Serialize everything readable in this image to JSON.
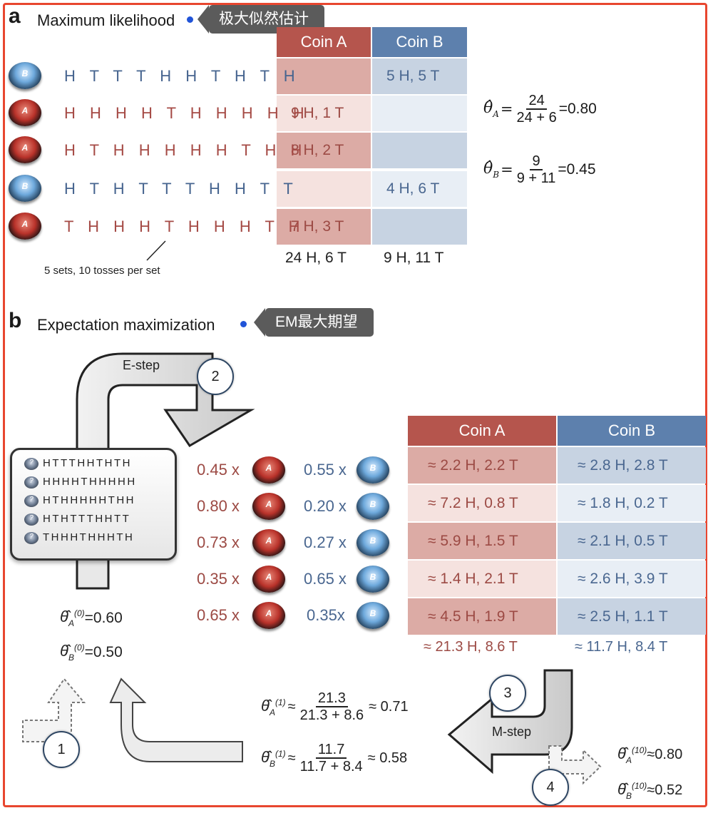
{
  "section_a": {
    "letter": "a",
    "title": "Maximum likelihood",
    "tag": "极大似然估计",
    "header_coin_a": "Coin A",
    "header_coin_b": "Coin B",
    "rows": [
      {
        "coin": "B",
        "sequence": "H T T T H H T H T H",
        "coin_a": "",
        "coin_b": "5 H, 5 T"
      },
      {
        "coin": "A",
        "sequence": "H H H H T H H H H H",
        "coin_a": "9 H, 1 T",
        "coin_b": ""
      },
      {
        "coin": "A",
        "sequence": "H T H H H H H T H H",
        "coin_a": "8 H, 2 T",
        "coin_b": ""
      },
      {
        "coin": "B",
        "sequence": "H T H T T T H H T T",
        "coin_a": "",
        "coin_b": "4 H, 6 T"
      },
      {
        "coin": "A",
        "sequence": "T H H H T H H H T H",
        "coin_a": "7 H, 3 T",
        "coin_b": ""
      }
    ],
    "total_a": "24 H, 6 T",
    "total_b": "9 H, 11 T",
    "note": "5 sets, 10 tosses per set",
    "theta_a": {
      "num": "24",
      "den": "24 + 6",
      "result": "=0.80"
    },
    "theta_b": {
      "num": "9",
      "den": "9 + 11",
      "result": "=0.45"
    }
  },
  "section_b": {
    "letter": "b",
    "title": "Expectation maximization",
    "tag": "EM最大期望",
    "estep_label": "E-step",
    "mstep_label": "M-step",
    "step_numbers": [
      "1",
      "2",
      "3",
      "4"
    ],
    "mini_sequences": [
      "HTTTHHTHTH",
      "HHHHTHHHHH",
      "HTHHHHHTHH",
      "HTHTTTHHTT",
      "THHHTHHHTH"
    ],
    "weights": [
      {
        "a": "0.45 x",
        "b": "0.55 x"
      },
      {
        "a": "0.80 x",
        "b": "0.20 x"
      },
      {
        "a": "0.73 x",
        "b": "0.27 x"
      },
      {
        "a": "0.35 x",
        "b": "0.65 x"
      },
      {
        "a": "0.65 x",
        "b": "0.35x"
      }
    ],
    "header_coin_a": "Coin A",
    "header_coin_b": "Coin B",
    "table": [
      {
        "a": "≈ 2.2 H, 2.2 T",
        "b": "≈ 2.8 H, 2.8 T"
      },
      {
        "a": "≈ 7.2 H, 0.8 T",
        "b": "≈ 1.8 H, 0.2 T"
      },
      {
        "a": "≈ 5.9 H, 1.5 T",
        "b": "≈ 2.1 H, 0.5 T"
      },
      {
        "a": "≈ 1.4 H, 2.1 T",
        "b": "≈ 2.6 H, 3.9 T"
      },
      {
        "a": "≈ 4.5 H, 1.9 T",
        "b": "≈ 2.5 H, 1.1 T"
      }
    ],
    "total_a": "≈ 21.3 H, 8.6 T",
    "total_b": "≈ 11.7 H, 8.4 T",
    "init_a": "=0.60",
    "init_b": "=0.50",
    "init_sup": "(0)",
    "iter1_sup": "(1)",
    "iter1_a": {
      "num": "21.3",
      "den": "21.3 + 8.6",
      "result": "≈ 0.71"
    },
    "iter1_b": {
      "num": "11.7",
      "den": "11.7 + 8.4",
      "result": "≈ 0.58"
    },
    "final_sup": "(10)",
    "final_a": "≈0.80",
    "final_b": "≈0.52"
  },
  "colors": {
    "frame": "#e8462f",
    "coin_a": "#b5554d",
    "coin_b": "#5d80ad",
    "tag_bg": "#5b5b5b",
    "dot": "#2154d8"
  }
}
